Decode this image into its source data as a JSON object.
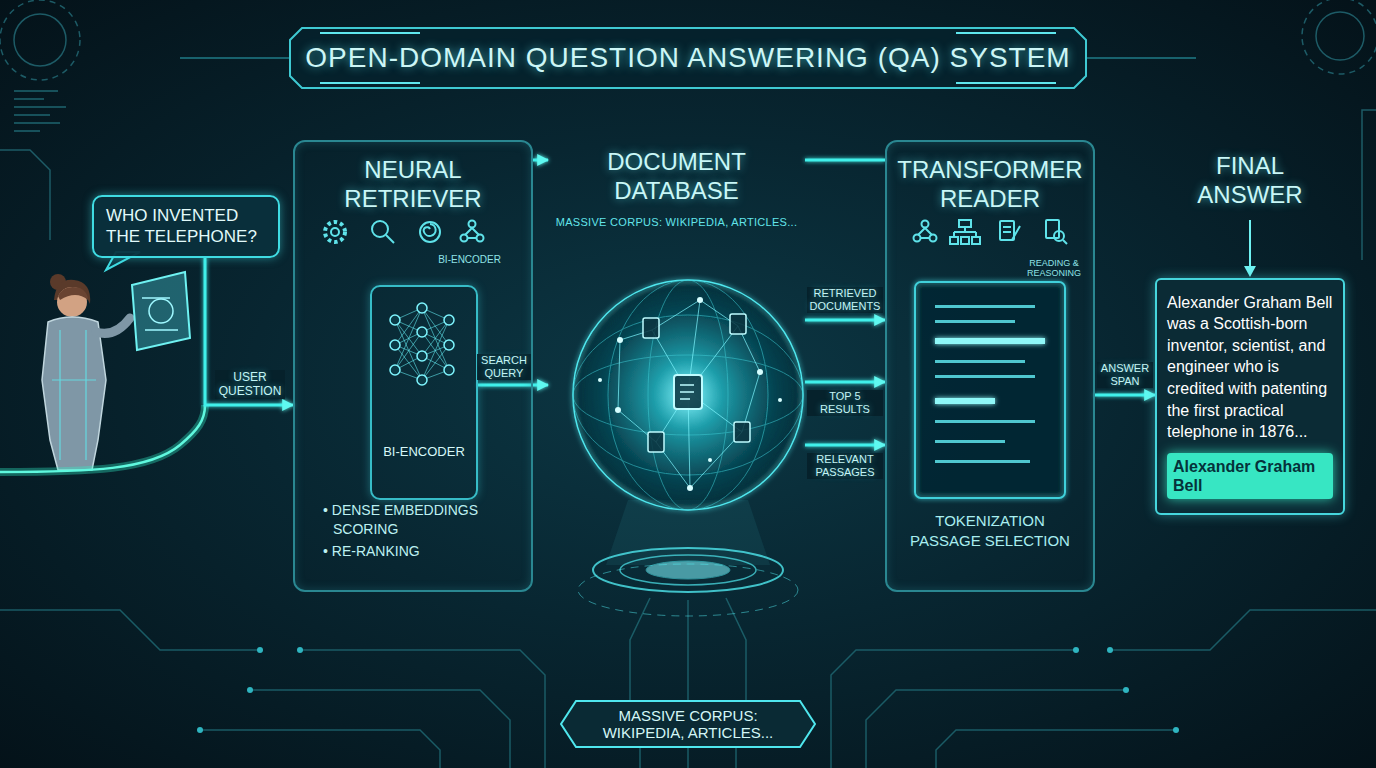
{
  "diagram": {
    "title": "OPEN-DOMAIN QUESTION ANSWERING (QA) SYSTEM",
    "nodes": [
      {
        "text": [
          "WHO INVENTED THE TELEPHONE?"
        ]
      },
      {
        "text": [
          "NEURAL RETRIEVER",
          "BI-ENCODER",
          "• DENSE EMBEDDINGS SCORING",
          "• RE-RANKING"
        ]
      },
      {
        "text": [
          "BI-ENCODER"
        ],
        "in": 1
      },
      {
        "text": [
          "DOCUMENT DATABASE",
          "MASSIVE CORPUS: WIKIPEDIA, ARTICLES..."
        ]
      },
      {
        "text": [
          "MASSIVE CORPUS: WIKIPEDIA, ARTICLES..."
        ]
      },
      {
        "text": [
          "TRANSFORMER READER",
          "READING & REASONING",
          "TOKENIZATION",
          "PASSAGE SELECTION"
        ]
      },
      {
        "text": [
          "FINAL ANSWER",
          "Alexander Graham Bell was a Scottish-born inventor, scientist, and engineer who is credited with patenting the first practical telephone in 1876..."
        ]
      },
      {
        "text": [
          "Alexander Graham Bell"
        ],
        "in": 6
      }
    ],
    "edges": [
      {
        "from": 0,
        "to": 1,
        "label": "USER QUESTION",
        "arrow": "to"
      },
      {
        "from": 1,
        "to": 3,
        "arrow": "to"
      },
      {
        "from": 2,
        "to": 3,
        "label": "SEARCH QUERY",
        "arrow": "to"
      },
      {
        "from": 5,
        "to": 3,
        "arrow": "none"
      },
      {
        "from": 3,
        "to": 5,
        "label": "RETRIEVED DOCUMENTS",
        "arrow": "to"
      },
      {
        "from": 3,
        "to": 5,
        "label": "TOP 5 RESULTS",
        "arrow": "to"
      },
      {
        "from": 3,
        "to": 5,
        "label": "RELEVANT PASSAGES",
        "arrow": "to"
      },
      {
        "from": 5,
        "to": 6,
        "label": "ANSWER SPAN",
        "arrow": "to"
      }
    ]
  }
}
